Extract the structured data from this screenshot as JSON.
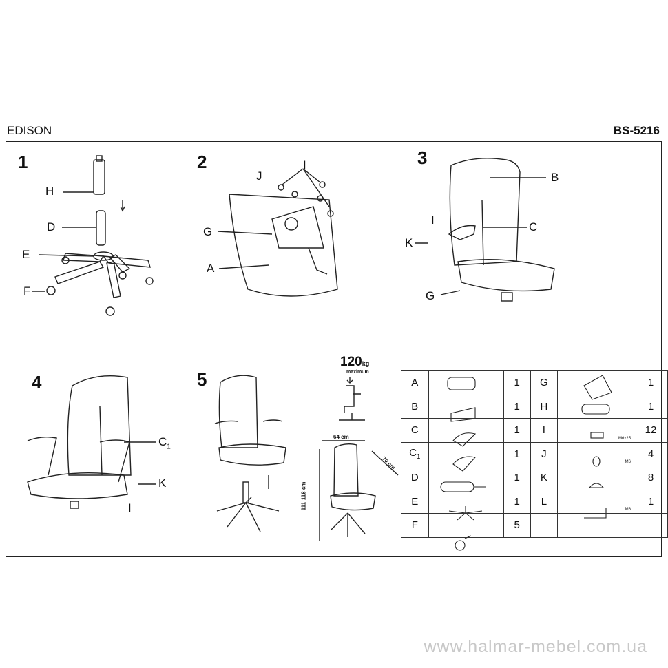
{
  "header": {
    "title": "EDISON",
    "code": "BS-5216"
  },
  "steps": [
    "1",
    "2",
    "3",
    "4",
    "5"
  ],
  "step1": {
    "labels": [
      "H",
      "D",
      "E",
      "F"
    ]
  },
  "step2": {
    "labels": [
      "J",
      "I",
      "G",
      "A"
    ]
  },
  "step3": {
    "labels": [
      "B",
      "I",
      "C",
      "K",
      "G"
    ]
  },
  "step4": {
    "labels": [
      "C",
      "1",
      "K",
      "I"
    ]
  },
  "capacity": {
    "value": "120",
    "unit": "kg",
    "caption": "maximum"
  },
  "dimensions": {
    "width": "64 cm",
    "depth": "70 cm",
    "height": "111-118 cm"
  },
  "parts": [
    {
      "left": {
        "letter": "A",
        "qty": "1"
      },
      "right": {
        "letter": "G",
        "qty": "1",
        "note": ""
      }
    },
    {
      "left": {
        "letter": "B",
        "qty": "1"
      },
      "right": {
        "letter": "H",
        "qty": "1",
        "note": ""
      }
    },
    {
      "left": {
        "letter": "C",
        "qty": "1"
      },
      "right": {
        "letter": "I",
        "qty": "12",
        "note": "M6x25"
      }
    },
    {
      "left": {
        "letter": "C",
        "sub": "1",
        "qty": "1"
      },
      "right": {
        "letter": "J",
        "qty": "4",
        "note": "M6"
      }
    },
    {
      "left": {
        "letter": "D",
        "qty": "1"
      },
      "right": {
        "letter": "K",
        "qty": "8",
        "note": ""
      }
    },
    {
      "left": {
        "letter": "E",
        "qty": "1"
      },
      "right": {
        "letter": "L",
        "qty": "1",
        "note": "M6"
      }
    },
    {
      "left": {
        "letter": "F",
        "qty": "5"
      },
      "right": {
        "letter": "",
        "qty": "",
        "note": ""
      }
    }
  ],
  "watermark": "www.halmar-mebel.com.ua"
}
